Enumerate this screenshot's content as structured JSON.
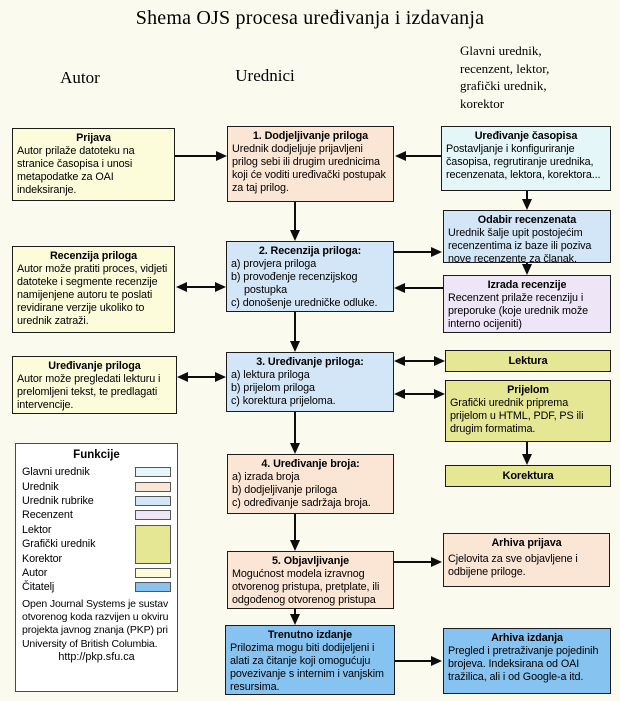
{
  "page_title": "Shema OJS procesa uređivanja i izdavanja",
  "column_headers": {
    "autor": "Autor",
    "urednici": "Urednici",
    "uloge": "Glavni urednik, recenzent, lektor, grafički urednik, korektor"
  },
  "colors": {
    "glavni_urednik": "#E4F6F8",
    "urednik": "#FBE6D5",
    "urednik_rubrike": "#D3E6F7",
    "recenzent": "#EEE6F7",
    "lektor_grafik_korektor": "#E6E795",
    "autor": "#FCFCDA",
    "citatelj": "#87C3F0"
  },
  "boxes": {
    "prijava": {
      "title": "Prijava",
      "body": "Autor prilaže datoteku na stranice časopisa i unosi metapodatke za OAI indeksiranje."
    },
    "recenzija_priloga": {
      "title": "Recenzija priloga",
      "body": "Autor može pratiti proces, vidjeti datoteke i segmente recenzije namijenjene autoru te poslati revidirane verzije ukoliko to urednik zatraži."
    },
    "uredjivanje_priloga_autor": {
      "title": "Uređivanje priloga",
      "body": "Autor može pregledati lekturu i prelomljeni tekst, te predlagati intervencije."
    },
    "dodjeljivanje": {
      "title": "1. Dodjeljivanje priloga",
      "body": "Urednik dodjeljuje prijavljeni prilog sebi ili drugim urednicima koji će voditi uređivački postupak za taj prilog."
    },
    "recenzija": {
      "title": "2. Recenzija priloga:",
      "items": [
        "a) provjera priloga",
        "b) provođenje recenzijskog postupka",
        "c) donošenje uredničke odluke."
      ]
    },
    "uredjivanje": {
      "title": "3. Uređivanje priloga:",
      "items": [
        "a) lektura priloga",
        "b) prijelom priloga",
        "c) korektura prijeloma."
      ]
    },
    "broj": {
      "title": "4. Uređivanje broja:",
      "items": [
        "a) izrada broja",
        "b) dodjeljivanje priloga",
        "c) određivanje sadržaja broja."
      ]
    },
    "objavljivanje": {
      "title": "5. Objavljivanje",
      "body": "Mogućnost modela izravnog otvorenog pristupa, pretplate, ili odgođenog otvorenog pristupa"
    },
    "trenutno_izdanje": {
      "title": "Trenutno izdanje",
      "body": "Prilozima mogu biti dodijeljeni i alati za čitanje koji omogućuju povezivanje s internim i vanjskim resursima."
    },
    "casopis": {
      "title": "Uređivanje časopisa",
      "body": "Postavljanje i konfiguriranje časopisa, regrutiranje urednika, recenzenata, lektora, korektora..."
    },
    "odabir": {
      "title": "Odabir recenzenata",
      "body": "Urednik šalje upit postojećim recenzentima iz baze ili poziva nove recenzente za članak."
    },
    "izrada_recenzije": {
      "title": "Izrada recenzije",
      "body": "Recenzent prilaže recenziju i preporuke (koje urednik može interno ocijeniti)"
    },
    "lektura": {
      "title": "Lektura"
    },
    "prijelom": {
      "title": "Prijelom",
      "body": "Grafički urednik priprema prijelom u HTML, PDF, PS ili drugim formatima."
    },
    "korektura": {
      "title": "Korektura"
    },
    "arhiva_prijava": {
      "title": "Arhiva prijava",
      "body": "Cjelovita za sve objavljene i odbijene priloge."
    },
    "arhiva_izdanja": {
      "title": "Arhiva izdanja",
      "body": "Pregled i pretraživanje pojedinih brojeva. Indeksirana od OAI tražilica, ali i od Google-a itd."
    }
  },
  "legend": {
    "title": "Funkcije",
    "items": [
      {
        "label": "Glavni urednik"
      },
      {
        "label": "Urednik"
      },
      {
        "label": "Urednik rubrike"
      },
      {
        "label": "Recenzent"
      },
      {
        "label": "Lektor"
      },
      {
        "label": "Grafički urednik"
      },
      {
        "label": "Korektor"
      },
      {
        "label": "Autor"
      },
      {
        "label": "Čitatelj"
      }
    ],
    "note": "Open Journal Systems je sustav otvorenog koda razvijen u okviru projekta javnog znanja (PKP) pri University of British Columbia.",
    "link": "http://pkp.sfu.ca"
  }
}
